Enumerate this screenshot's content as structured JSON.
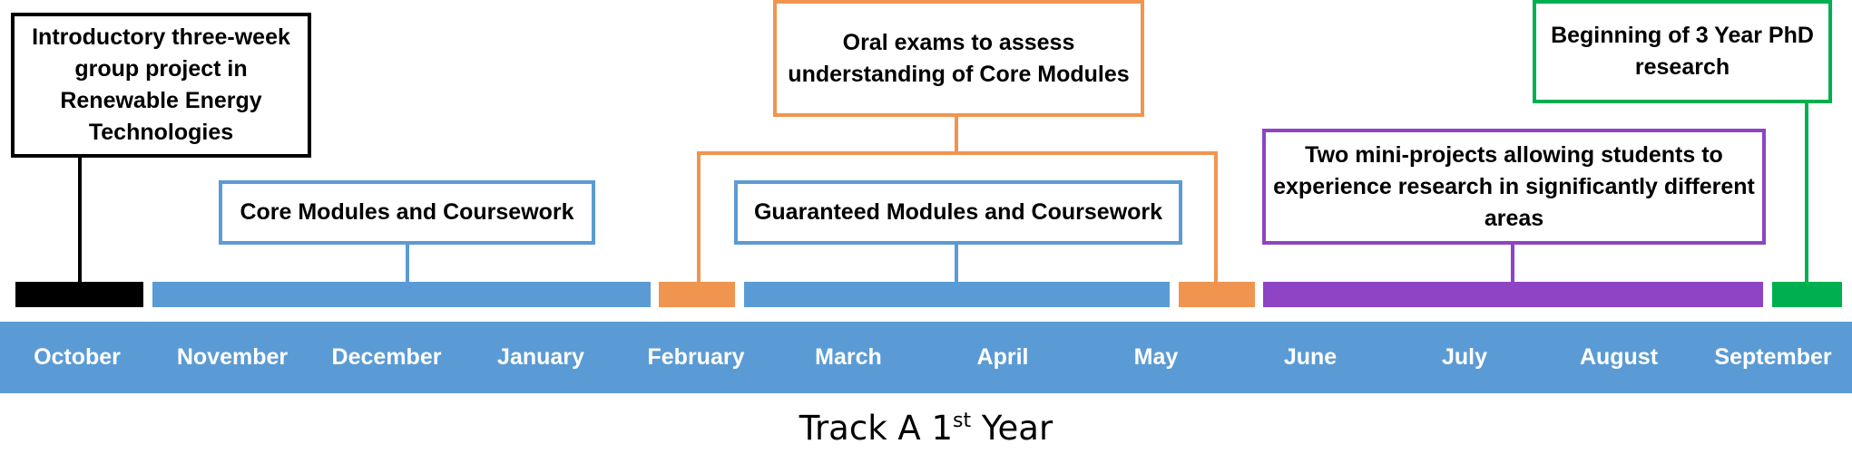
{
  "colors": {
    "black": "#000000",
    "blue": "#5b9bd5",
    "orange": "#f0954f",
    "purple": "#8e44c4",
    "green": "#00b050"
  },
  "boxes": {
    "intro": "Introductory three-week group project in Renewable Energy Technologies",
    "core": "Core Modules and Coursework",
    "oral": "Oral exams to assess understanding of Core Modules",
    "guaranteed": "Guaranteed Modules and Coursework",
    "mini": "Two mini-projects allowing students to experience research in significantly different areas",
    "phd": "Beginning of 3 Year PhD research"
  },
  "months": [
    "October",
    "November",
    "December",
    "January",
    "February",
    "March",
    "April",
    "May",
    "June",
    "July",
    "August",
    "September"
  ],
  "title": {
    "prefix": "Track A 1",
    "superscript": "st",
    "suffix": " Year"
  }
}
